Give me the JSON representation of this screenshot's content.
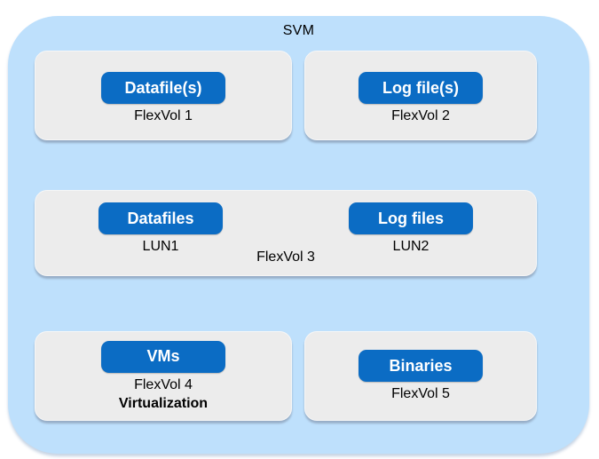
{
  "colors": {
    "page_bg": "#ffffff",
    "svm_bg": "#bee0fc",
    "box_bg": "#ececec",
    "pill_bg": "#0b6cc4",
    "pill_text": "#ffffff",
    "label_text": "#000000"
  },
  "svm": {
    "label": "SVM",
    "row1": {
      "left": {
        "pill": "Datafile(s)",
        "caption": "FlexVol 1"
      },
      "right": {
        "pill": "Log file(s)",
        "caption": "FlexVol 2"
      }
    },
    "row2": {
      "left": {
        "pill": "Datafiles",
        "caption": "LUN1"
      },
      "right": {
        "pill": "Log files",
        "caption": "LUN2"
      },
      "volume_caption": "FlexVol 3"
    },
    "row3": {
      "left": {
        "pill": "VMs",
        "caption": "FlexVol 4",
        "subcaption": "Virtualization"
      },
      "right": {
        "pill": "Binaries",
        "caption": "FlexVol 5"
      }
    }
  }
}
